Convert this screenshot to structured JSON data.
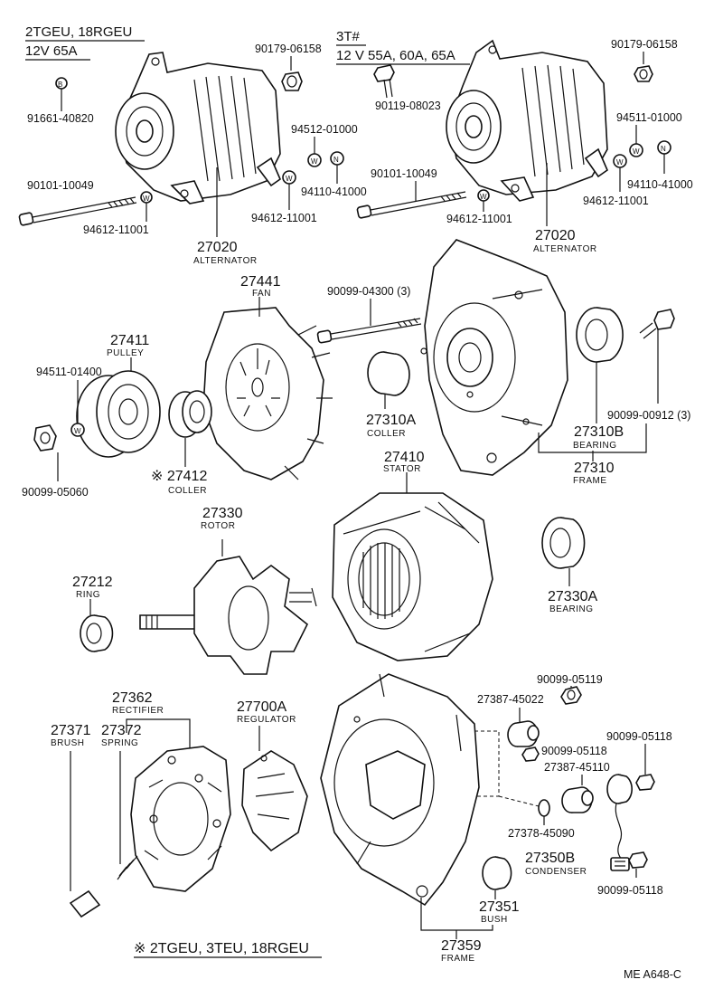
{
  "header_left": {
    "line1": "2TGEU,  18RGEU",
    "line2": "12V  65A"
  },
  "header_right": {
    "line1": "3T#",
    "line2": "12 V 55A, 60A, 65A"
  },
  "footer_note": "※ 2TGEU, 3TEU, 18RGEU",
  "footer_code": "ME  A648-C",
  "parts": {
    "p90179_06158_l": "90179-06158",
    "p90179_06158_r": "90179-06158",
    "p90119_08023": "90119-08023",
    "p91661_40820": "91661-40820",
    "p94512_01000": "94512-01000",
    "p94511_01000": "94511-01000",
    "p94110_41000_l": "94110-41000",
    "p94110_41000_r": "94110-41000",
    "p90101_10049_l": "90101-10049",
    "p90101_10049_r": "90101-10049",
    "p94612_11001_a": "94612-11001",
    "p94612_11001_b": "94612-11001",
    "p94612_11001_c": "94612-11001",
    "p94612_11001_d": "94612-11001",
    "p27020_l": "27020",
    "p27020_r": "27020",
    "p27441": "27441",
    "p90099_04300": "90099-04300 (3)",
    "p27411": "27411",
    "p94511_01400": "94511-01400",
    "p90099_05060": "90099-05060",
    "p27412": "※ 27412",
    "p27310a": "27310A",
    "p27310b": "27310B",
    "p90099_00912": "90099-00912 (3)",
    "p27310": "27310",
    "p27410": "27410",
    "p27330": "27330",
    "p27212": "27212",
    "p27330a": "27330A",
    "p90099_05119": "90099-05119",
    "p27387_45022": "27387-45022",
    "p27362": "27362",
    "p27700a": "27700A",
    "p27371": "27371",
    "p27372": "27372",
    "p90099_05118_a": "90099-05118",
    "p90099_05118_b": "90099-05118",
    "p27387_45110": "27387-45110",
    "p27378_45090": "27378-45090",
    "p27350b": "27350B",
    "p90099_05118_c": "90099-05118",
    "p27351": "27351",
    "p27359": "27359"
  },
  "names": {
    "alternator_l": "ALTERNATOR",
    "alternator_r": "ALTERNATOR",
    "fan": "FAN",
    "pulley": "PULLEY",
    "coller_l": "COLLER",
    "coller_r": "COLLER",
    "bearing_b": "BEARING",
    "frame_top": "FRAME",
    "stator": "STATOR",
    "rotor": "ROTOR",
    "ring": "RING",
    "bearing_a": "BEARING",
    "rectifier": "RECTIFIER",
    "regulator": "REGULATOR",
    "brush": "BRUSH",
    "spring": "SPRING",
    "condenser": "CONDENSER",
    "bush": "BUSH",
    "frame_bottom": "FRAME"
  },
  "markers": {
    "b": "B",
    "w": "W",
    "n": "N"
  }
}
